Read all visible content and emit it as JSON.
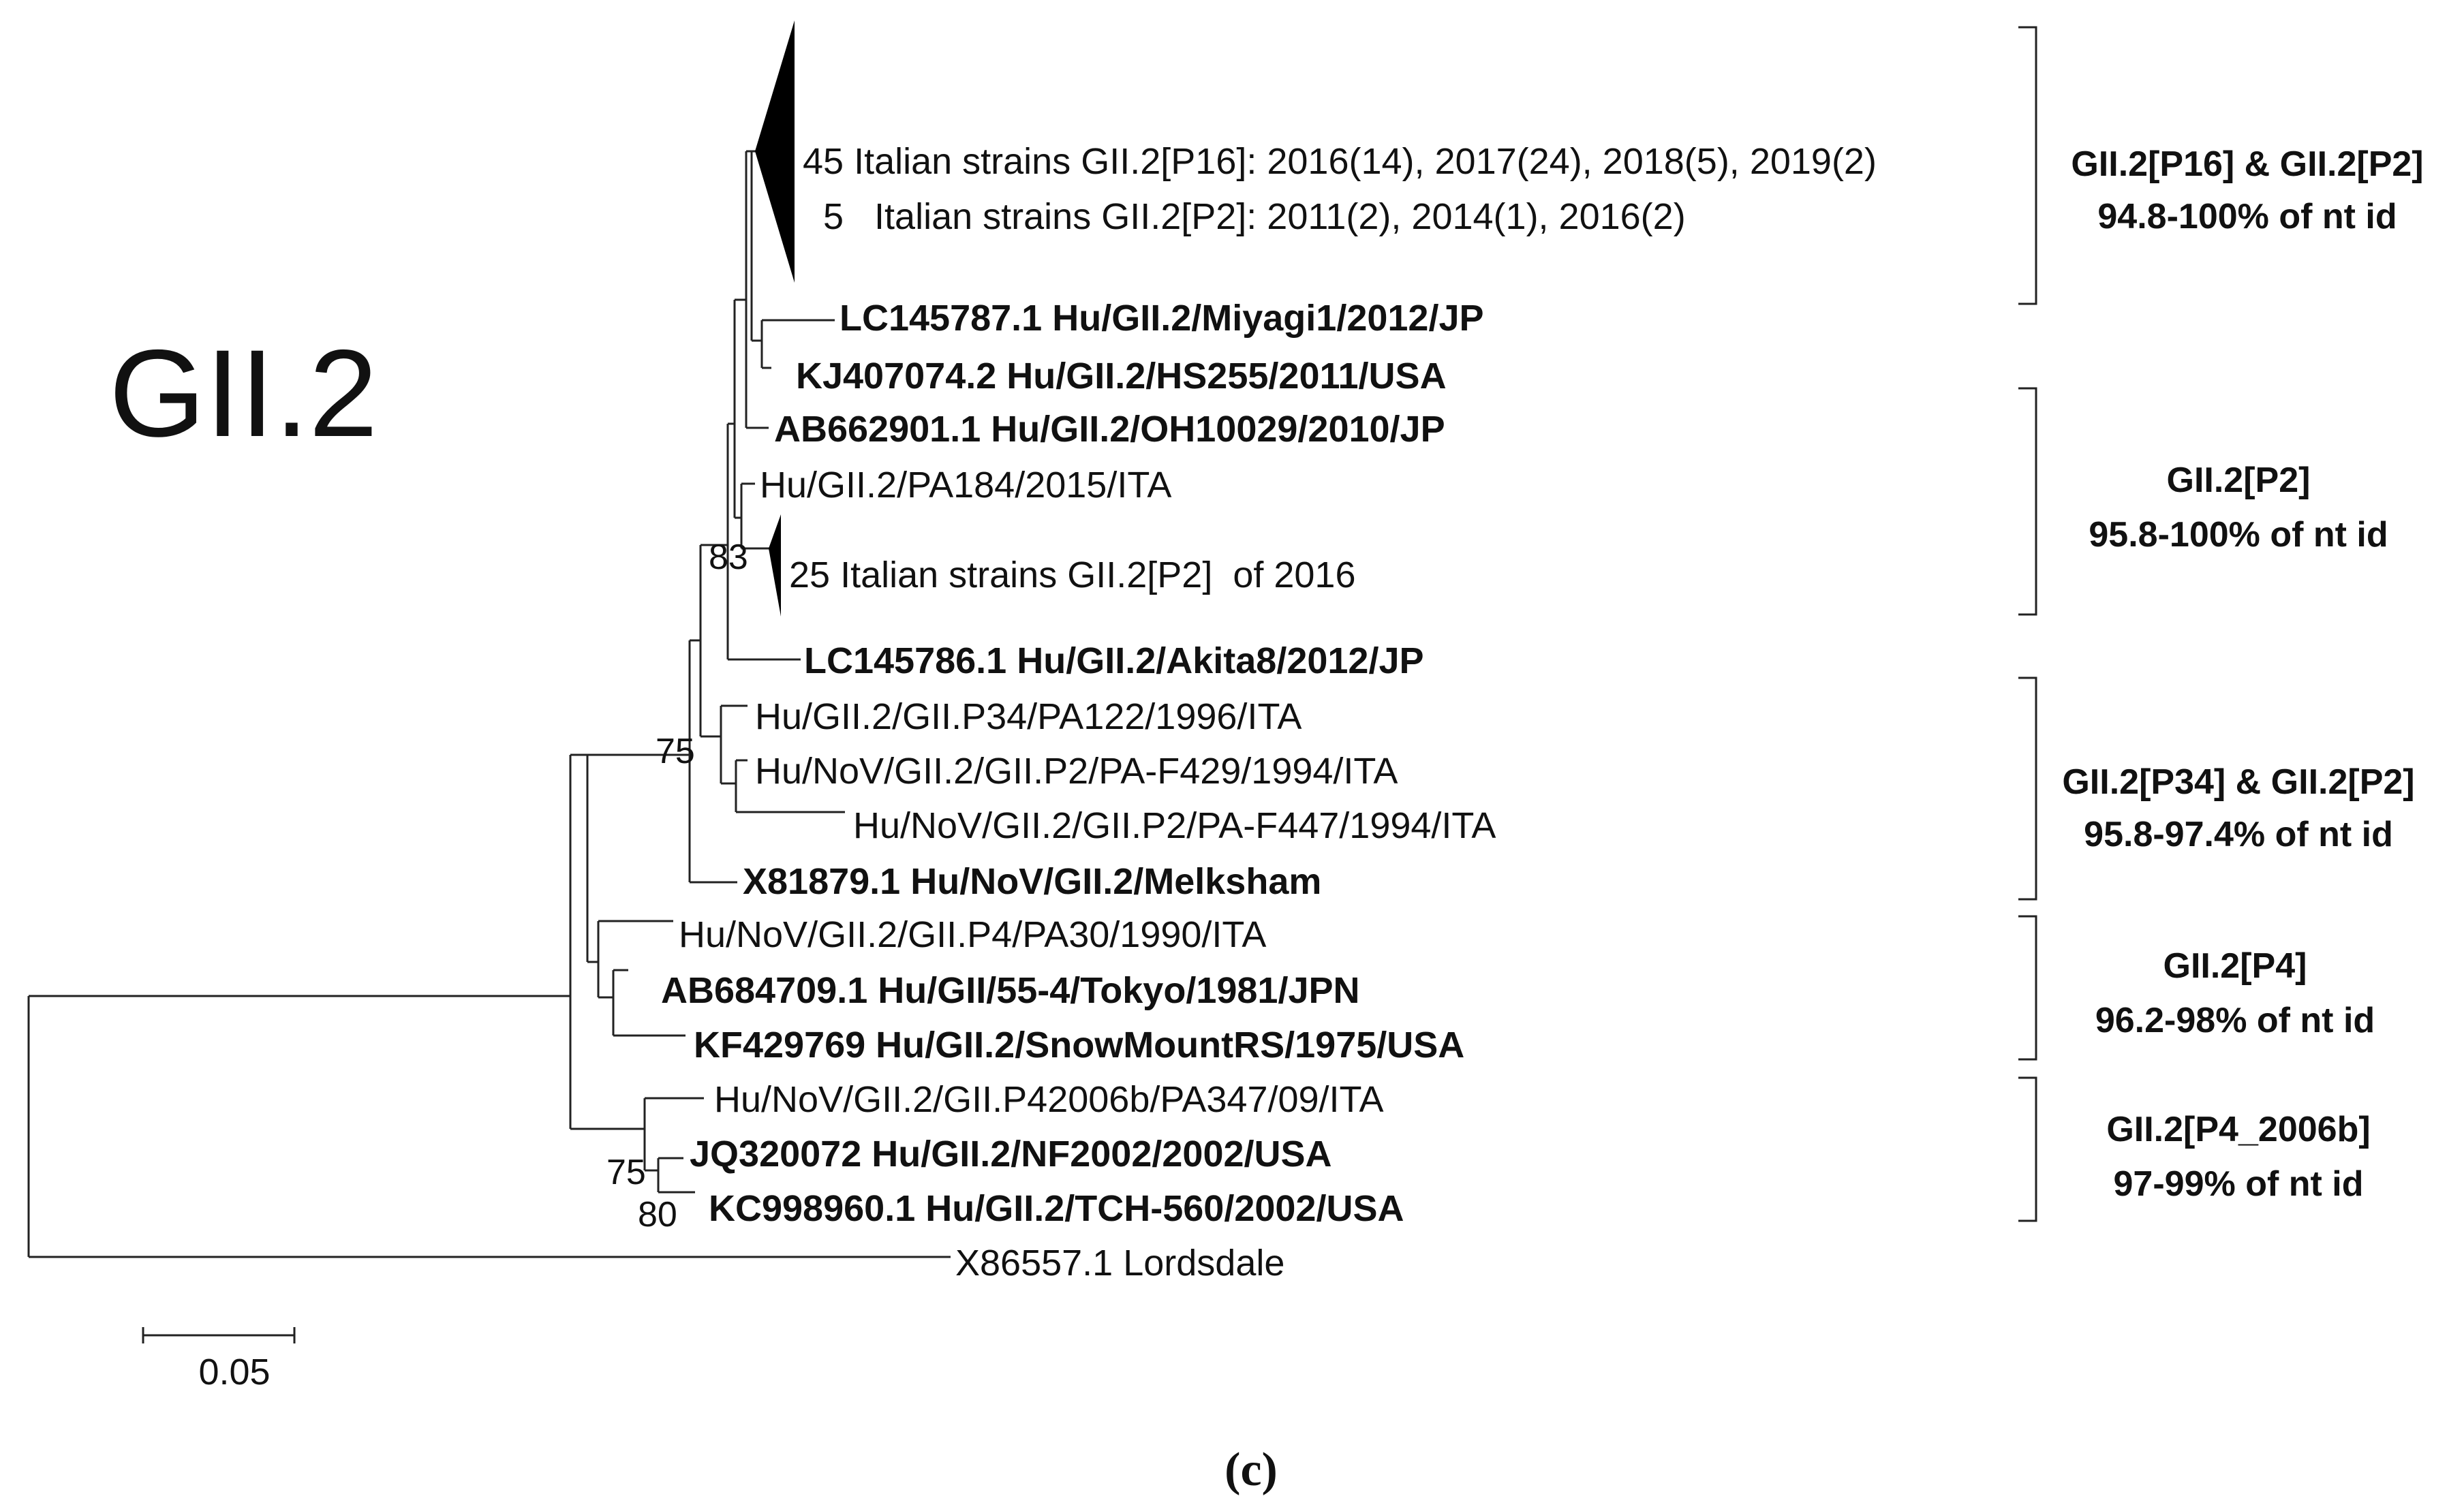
{
  "figure": {
    "big_label": "GII.2",
    "caption": "(c)",
    "scale_bar_label": "0.05"
  },
  "tree": {
    "leaves": [
      {
        "id": "collapsed-p16",
        "label": "45 Italian strains GII.2[P16]: 2016(14), 2017(24), 2018(5), 2019(2)",
        "bold": false
      },
      {
        "id": "collapsed-p2-2011",
        "label": "5   Italian strains GII.2[P2]: 2011(2), 2014(1), 2016(2)",
        "bold": false
      },
      {
        "id": "lc145787",
        "label": "LC145787.1 Hu/GII.2/Miyagi1/2012/JP",
        "bold": true
      },
      {
        "id": "kj407074",
        "label": "KJ407074.2 Hu/GII.2/HS255/2011/USA",
        "bold": true
      },
      {
        "id": "ab662901",
        "label": "AB662901.1 Hu/GII.2/OH10029/2010/JP",
        "bold": true
      },
      {
        "id": "pa184",
        "label": "Hu/GII.2/PA184/2015/ITA",
        "bold": false
      },
      {
        "id": "collapsed-2016",
        "label": "25 Italian strains GII.2[P2]  of 2016",
        "bold": false
      },
      {
        "id": "lc145786",
        "label": "LC145786.1 Hu/GII.2/Akita8/2012/JP",
        "bold": true
      },
      {
        "id": "pa122",
        "label": "Hu/GII.2/GII.P34/PA122/1996/ITA",
        "bold": false
      },
      {
        "id": "pa-f429",
        "label": "Hu/NoV/GII.2/GII.P2/PA-F429/1994/ITA",
        "bold": false
      },
      {
        "id": "pa-f447",
        "label": "Hu/NoV/GII.2/GII.P2/PA-F447/1994/ITA",
        "bold": false
      },
      {
        "id": "x81879",
        "label": "X81879.1 Hu/NoV/GII.2/Melksham",
        "bold": true
      },
      {
        "id": "pa30",
        "label": "Hu/NoV/GII.2/GII.P4/PA30/1990/ITA",
        "bold": false
      },
      {
        "id": "ab684709",
        "label": "AB684709.1 Hu/GII/55-4/Tokyo/1981/JPN",
        "bold": true
      },
      {
        "id": "kf429769",
        "label": "KF429769 Hu/GII.2/SnowMountRS/1975/USA",
        "bold": true
      },
      {
        "id": "pa347",
        "label": "Hu/NoV/GII.2/GII.P42006b/PA347/09/ITA",
        "bold": false
      },
      {
        "id": "jq320072",
        "label": "JQ320072 Hu/GII.2/NF2002/2002/USA",
        "bold": true
      },
      {
        "id": "kc998960",
        "label": "KC998960.1 Hu/GII.2/TCH-560/2002/USA",
        "bold": true
      },
      {
        "id": "x86557",
        "label": "X86557.1 Lordsdale",
        "bold": false
      }
    ],
    "bootstrap": [
      {
        "id": "b83",
        "value": "83"
      },
      {
        "id": "b75a",
        "value": "75"
      },
      {
        "id": "b75b",
        "value": "75"
      },
      {
        "id": "b80",
        "value": "80"
      }
    ]
  },
  "groups": [
    {
      "id": "g1",
      "line1": "GII.2[P16] & GII.2[P2]",
      "line2": "94.8-100% of nt id"
    },
    {
      "id": "g2",
      "line1": "GII.2[P2]",
      "line2": "95.8-100% of nt id"
    },
    {
      "id": "g3",
      "line1": "GII.2[P34] & GII.2[P2]",
      "line2": "95.8-97.4% of nt id"
    },
    {
      "id": "g4",
      "line1": "GII.2[P4]",
      "line2": "96.2-98% of nt id"
    },
    {
      "id": "g5",
      "line1": "GII.2[P4_2006b]",
      "line2": "97-99% of nt id"
    }
  ]
}
